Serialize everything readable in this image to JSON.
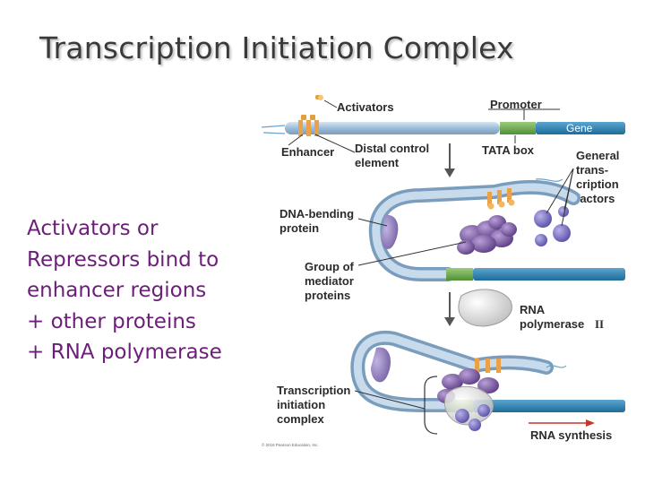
{
  "slide": {
    "title": "Transcription Initiation Complex",
    "bullets": [
      "Activators or",
      "Repressors bind to",
      "enhancer regions",
      "+ other proteins",
      "+ RNA polymerase"
    ]
  },
  "figure": {
    "labels": {
      "activators": "Activators",
      "promoter": "Promoter",
      "gene": "Gene",
      "enhancer": "Enhancer",
      "distal_control_1": "Distal control",
      "distal_control_2": "element",
      "tata_box": "TATA box",
      "general_tf_1": "General",
      "general_tf_2": "trans-",
      "general_tf_3": "cription",
      "general_tf_4": "factors",
      "dna_bending_1": "DNA-bending",
      "dna_bending_2": "protein",
      "mediator_1": "Group of",
      "mediator_2": "mediator",
      "mediator_3": "proteins",
      "rna_pol_1": "RNA",
      "rna_pol_2": "polymerase",
      "rna_pol_3": "II",
      "tic_1": "Transcription",
      "tic_2": "initiation",
      "tic_3": "complex",
      "rna_synthesis": "RNA synthesis",
      "copyright": "© 2016 Pearson Education, Inc."
    },
    "colors": {
      "dna": "#a8c4dc",
      "gene": "#2f7fb0",
      "tata": "#6aa84f",
      "activator": "#e0a040",
      "mediator": "#7a5a9e",
      "gtf": "#7e75c4",
      "polymerase": "#e8e8e8",
      "arrow": "#c0392b"
    }
  }
}
